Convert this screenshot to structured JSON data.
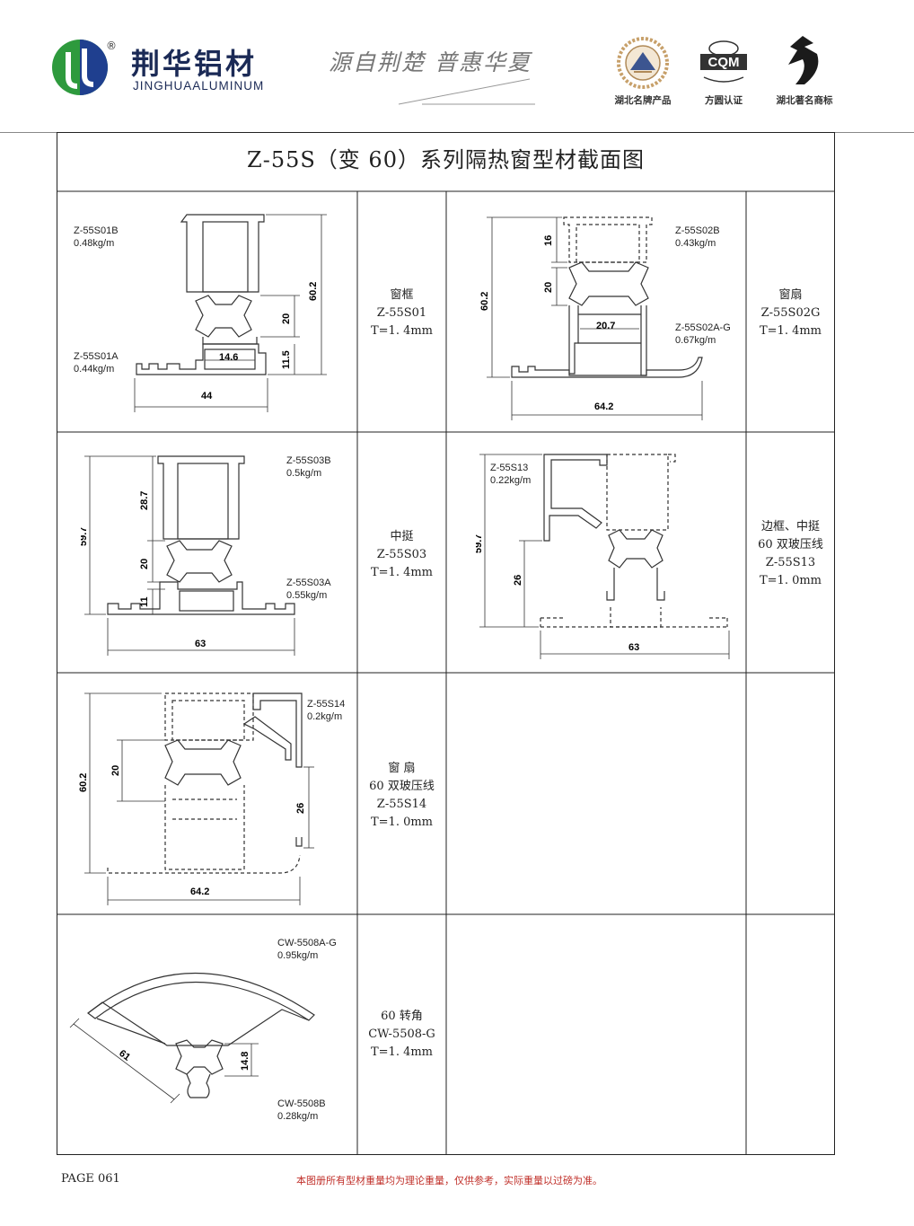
{
  "header": {
    "brand_name": "荆华铝材",
    "brand_en": "JINGHUAALUMINUM",
    "reg_mark": "®",
    "slogan": "源自荆楚  普惠华夏",
    "certs": [
      {
        "label": "湖北名牌产品"
      },
      {
        "label": "方圆认证",
        "logo_text": "CQM"
      },
      {
        "label": "湖北著名商标"
      }
    ]
  },
  "title": "Z-55S（变 60）系列隔热窗型材截面图",
  "rows": [
    {
      "left": {
        "labels": [
          {
            "code": "Z-55S01B",
            "weight": "0.48kg/m"
          },
          {
            "code": "Z-55S01A",
            "weight": "0.44kg/m"
          }
        ],
        "dims": [
          "14.6",
          "20",
          "60.2",
          "11.5",
          "44"
        ],
        "desc": [
          "窗框",
          "Z-55S01",
          "T=1. 4mm"
        ]
      },
      "right": {
        "labels": [
          {
            "code": "Z-55S02B",
            "weight": "0.43kg/m"
          },
          {
            "code": "Z-55S02A-G",
            "weight": "0.67kg/m"
          }
        ],
        "dims": [
          "16",
          "20",
          "60.2",
          "20.7",
          "64.2"
        ],
        "desc": [
          "窗扇",
          "Z-55S02G",
          "T=1. 4mm"
        ]
      }
    },
    {
      "left": {
        "labels": [
          {
            "code": "Z-55S03B",
            "weight": "0.5kg/m"
          },
          {
            "code": "Z-55S03A",
            "weight": "0.55kg/m"
          }
        ],
        "dims": [
          "28.7",
          "59.7",
          "20",
          "11",
          "63"
        ],
        "desc": [
          "中挺",
          "Z-55S03",
          "T=1. 4mm"
        ]
      },
      "right": {
        "labels": [
          {
            "code": "Z-55S13",
            "weight": "0.22kg/m"
          }
        ],
        "dims": [
          "59.7",
          "26",
          "63"
        ],
        "desc": [
          "边框、中挺",
          "60 双玻压线",
          "Z-55S13",
          "T=1. 0mm"
        ]
      }
    },
    {
      "left": {
        "labels": [
          {
            "code": "Z-55S14",
            "weight": "0.2kg/m"
          }
        ],
        "dims": [
          "20",
          "60.2",
          "26",
          "64.2"
        ],
        "desc": [
          "窗 扇",
          "60 双玻压线",
          "Z-55S14",
          "T=1. 0mm"
        ]
      }
    },
    {
      "left": {
        "labels": [
          {
            "code": "CW-5508A-G",
            "weight": "0.95kg/m"
          },
          {
            "code": "CW-5508B",
            "weight": "0.28kg/m"
          }
        ],
        "dims": [
          "61",
          "14.8"
        ],
        "desc": [
          "60 转角",
          "CW-5508-G",
          "T=1. 4mm"
        ]
      }
    }
  ],
  "footer": {
    "page": "PAGE 061",
    "note": "本图册所有型材重量均为理论重量，仅供参考，实际重量以过磅为准。"
  }
}
